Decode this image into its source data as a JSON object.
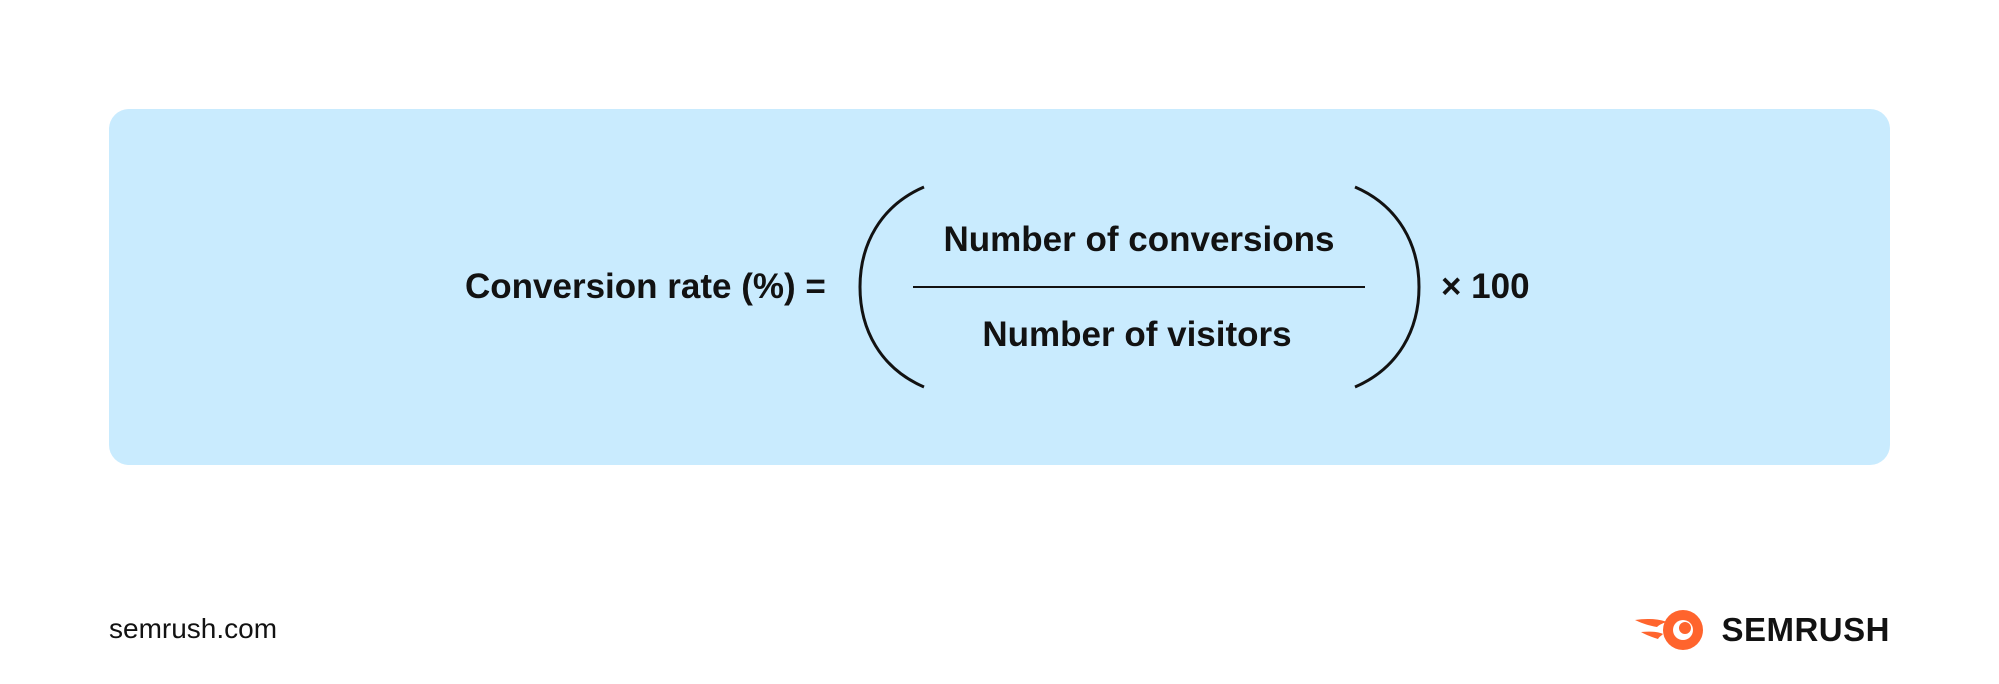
{
  "formula": {
    "lhs": "Conversion rate (%) =",
    "numerator": "Number of conversions",
    "denominator": "Number of visitors",
    "multiplier": "× 100"
  },
  "footer": {
    "url": "semrush.com",
    "brand_name": "SEMRUSH",
    "brand_icon": "semrush-flame-icon"
  },
  "colors": {
    "card_background": "#c9ebfe",
    "text": "#121212",
    "brand_accent": "#ff642d"
  }
}
